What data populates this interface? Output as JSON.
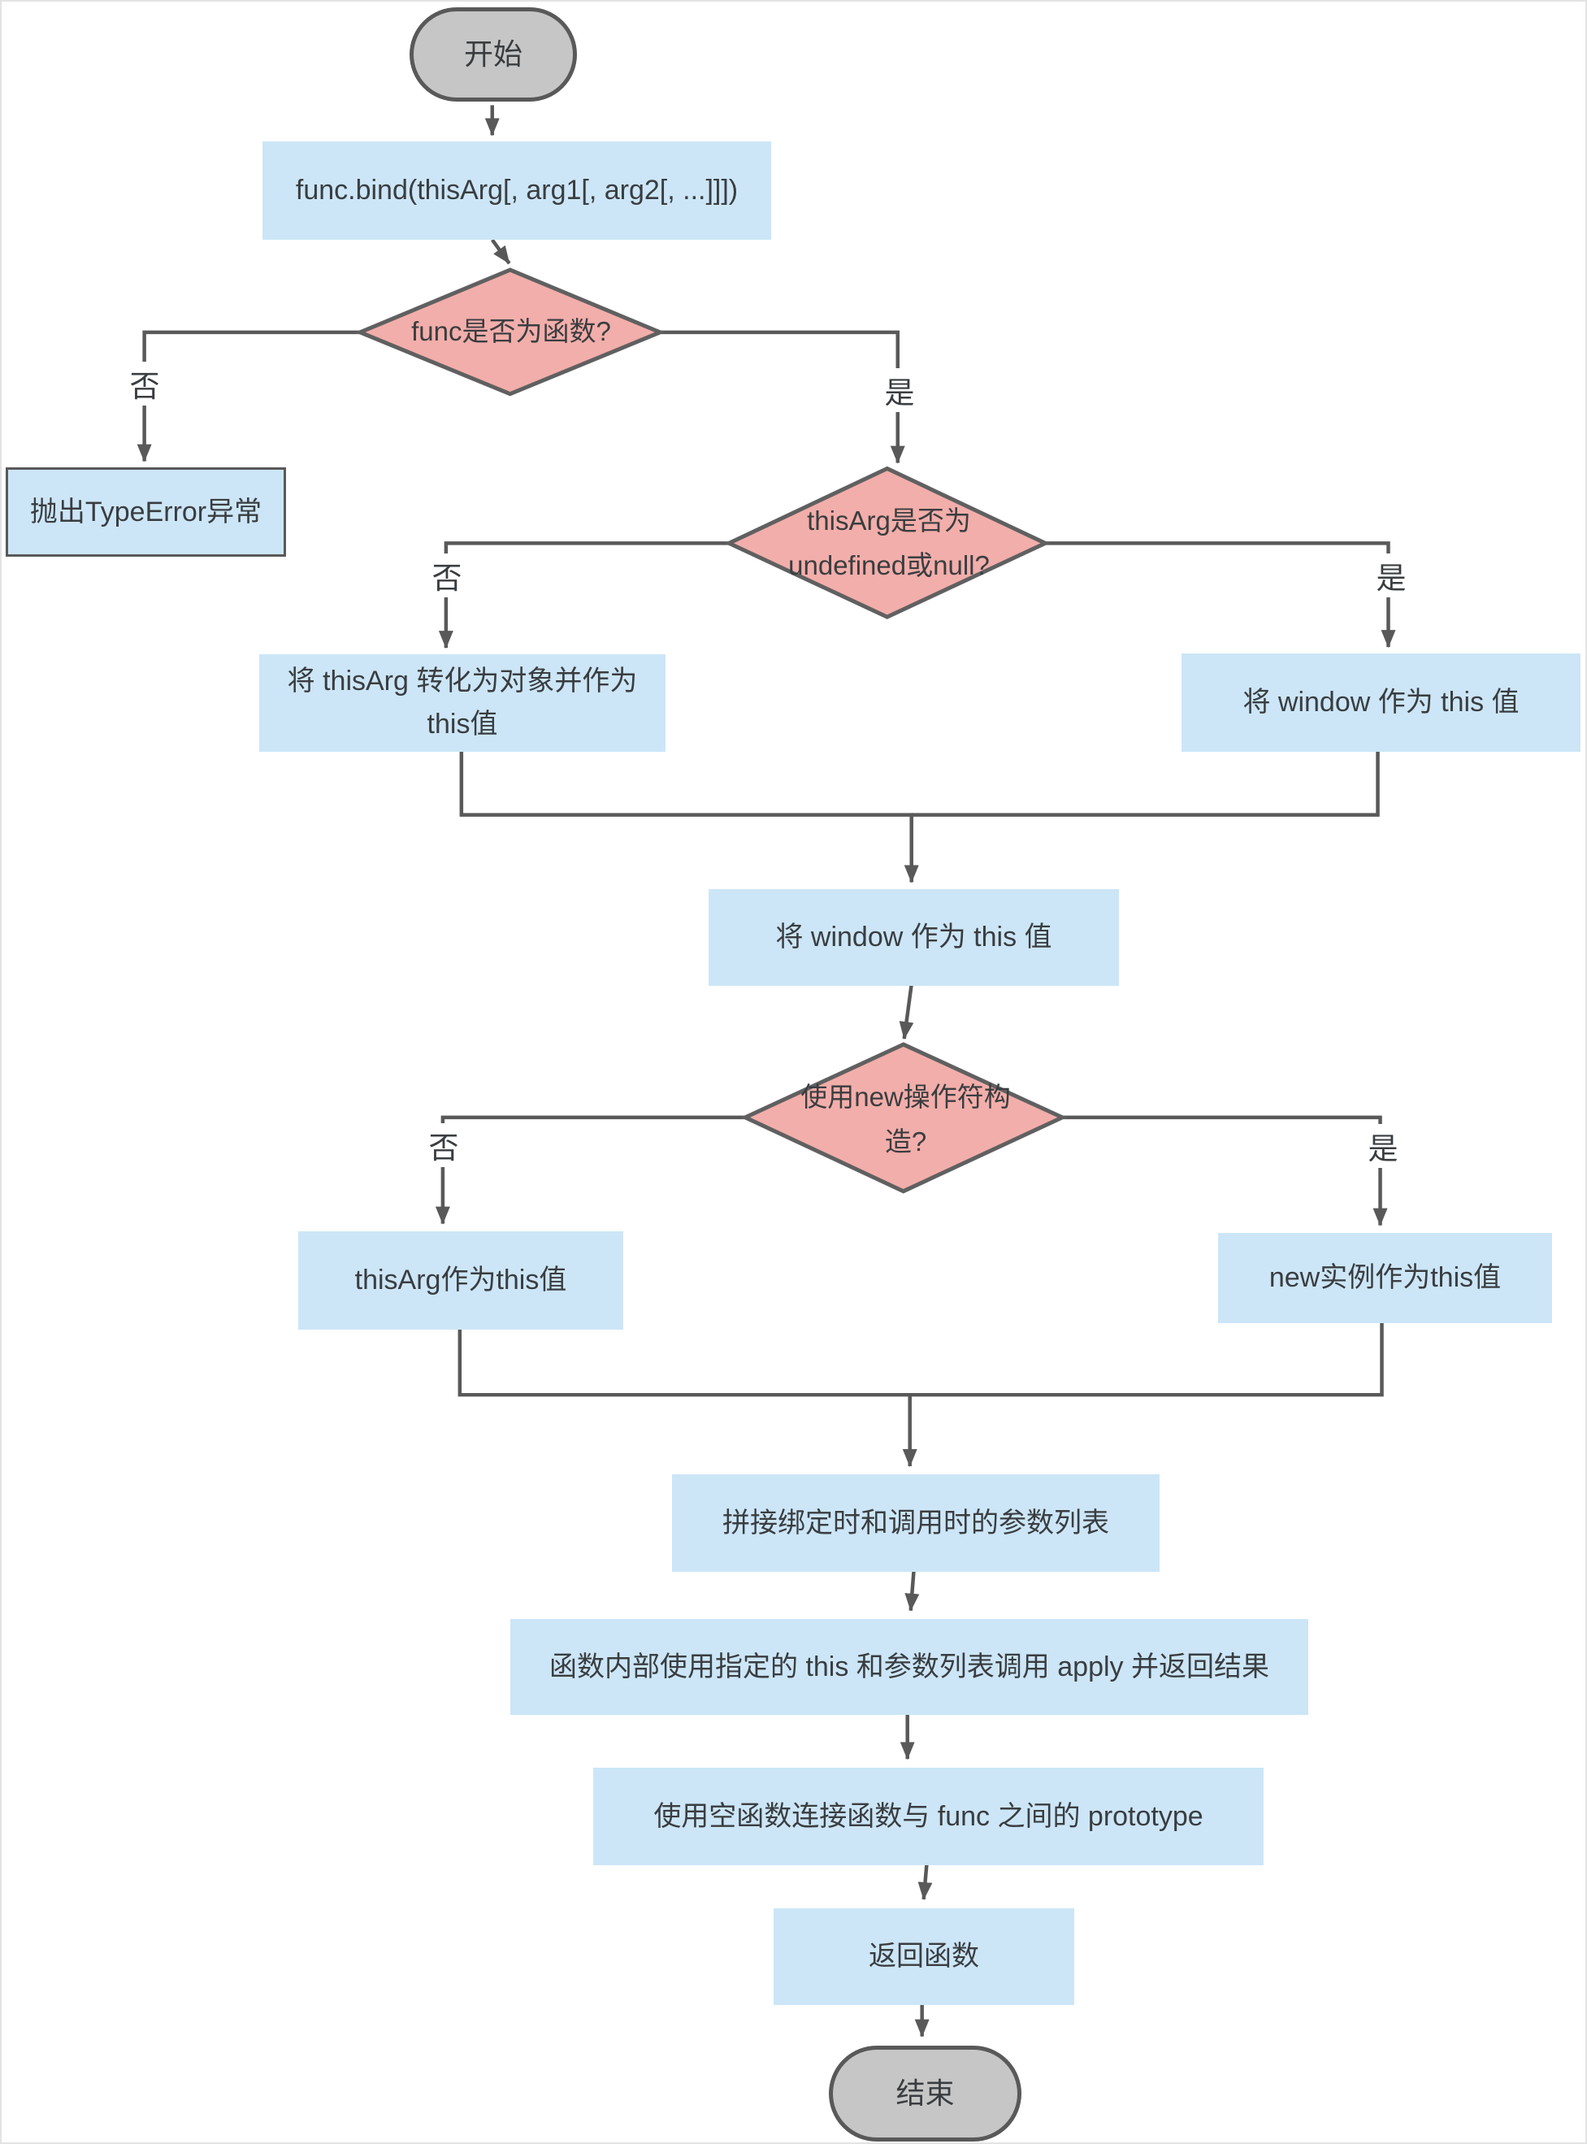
{
  "diagram": {
    "type": "flowchart",
    "language": "zh-CN",
    "nodes": {
      "start": {
        "shape": "terminator",
        "label": "开始"
      },
      "bind_signature": {
        "shape": "process",
        "label": "func.bind(thisArg[, arg1[, arg2[, ...]]])"
      },
      "is_func_decision": {
        "shape": "decision",
        "label": "func是否为函数?"
      },
      "throw_type_error": {
        "shape": "process",
        "label": "抛出TypeError异常"
      },
      "thisarg_null_decision": {
        "shape": "decision",
        "lines": [
          "thisArg是否为",
          "undefined或null?"
        ]
      },
      "convert_thisarg": {
        "shape": "process",
        "lines": [
          "将 thisArg 转化为对象并作为",
          "this值"
        ]
      },
      "window_as_this_right": {
        "shape": "process",
        "label": "将 window 作为 this 值"
      },
      "window_as_this_merge": {
        "shape": "process",
        "label": "将 window 作为 this 值"
      },
      "new_operator_decision": {
        "shape": "decision",
        "lines": [
          "使用new操作符构",
          "造?"
        ]
      },
      "thisarg_as_this": {
        "shape": "process",
        "label": "thisArg作为this值"
      },
      "new_instance_as_this": {
        "shape": "process",
        "label": "new实例作为this值"
      },
      "concat_args": {
        "shape": "process",
        "label": "拼接绑定时和调用时的参数列表"
      },
      "apply_call": {
        "shape": "process",
        "label": "函数内部使用指定的 this 和参数列表调用 apply 并返回结果"
      },
      "link_prototype": {
        "shape": "process",
        "label": "使用空函数连接函数与 func 之间的 prototype"
      },
      "return_function": {
        "shape": "process",
        "label": "返回函数"
      },
      "end": {
        "shape": "terminator",
        "label": "结束"
      }
    },
    "branch_labels": {
      "no": "否",
      "yes": "是"
    },
    "colors": {
      "process_fill": "#cce6f7",
      "decision_fill": "#f2aeaa",
      "decision_stroke": "#606060",
      "terminator_fill": "#c6c6c6",
      "terminator_stroke": "#595959",
      "edge_color": "#595959",
      "text_color": "#3a3d40",
      "canvas_bg": "#ffffff"
    }
  }
}
